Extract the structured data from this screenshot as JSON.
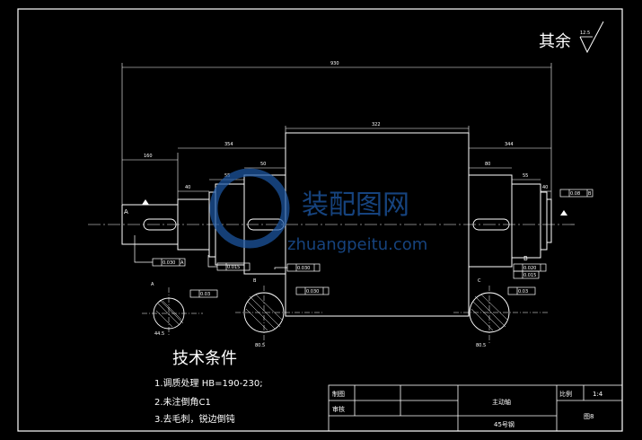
{
  "finish_symbol": {
    "label": "其余",
    "roughness": "12.5"
  },
  "dimensions": {
    "overall_length": "930",
    "left_step": "160",
    "left_mid": "354",
    "center": "322",
    "right_mid": "344",
    "left_small_a": "40",
    "left_small_b": "55",
    "left_small_c": "50",
    "right_small_a": "80",
    "right_small_b": "55",
    "right_small_c": "40"
  },
  "tolerances": {
    "t1": "0.030",
    "t2": "0.015",
    "t3": "0.030",
    "t4": "0.020",
    "t5": "0.015",
    "t6": "0.08",
    "t7": "0.03",
    "t8": "0.030",
    "t9": "0.03"
  },
  "datums": {
    "a": "A",
    "b": "B"
  },
  "sections": {
    "a_label": "A",
    "b_label": "B",
    "c_label": "C",
    "dim_a": "44.5",
    "dim_b": "80.5",
    "dim_c": "80.5"
  },
  "tech_requirements": {
    "title": "技术条件",
    "items": [
      "1.调质处理 HB=190-230;",
      "2.未注倒角C1",
      "3.去毛刺，锐边倒钝"
    ]
  },
  "title_block": {
    "drawn_label": "制图",
    "checked_label": "审核",
    "part_name": "主动轴",
    "material": "45号钢",
    "scale_label": "比例",
    "scale_value": "1:4",
    "drawing_no": "图8"
  },
  "watermark": {
    "cn": "装配图网",
    "en": "zhuangpeitu.com"
  }
}
